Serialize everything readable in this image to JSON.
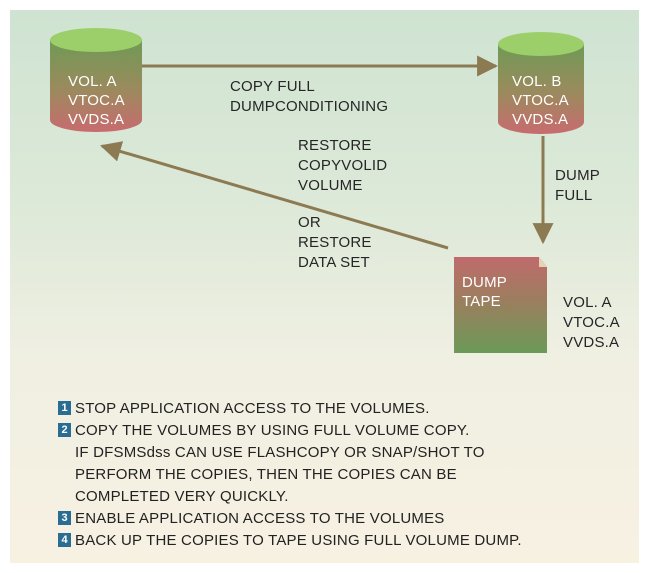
{
  "volume_a": {
    "lines": [
      "VOL. A",
      "VTOC.A",
      "VVDS.A"
    ]
  },
  "volume_b": {
    "lines": [
      "VOL. B",
      "VTOC.A",
      "VVDS.A"
    ]
  },
  "copy_label": {
    "lines": [
      "COPY FULL",
      "DUMPCONDITIONING"
    ]
  },
  "restore_label": {
    "lines": [
      "RESTORE",
      "COPYVOLID",
      "VOLUME"
    ]
  },
  "or_label": {
    "lines": [
      "OR",
      "RESTORE",
      "DATA SET"
    ]
  },
  "dump_label": {
    "lines": [
      "DUMP",
      "FULL"
    ]
  },
  "dump_tape": {
    "lines": [
      "DUMP",
      "TAPE"
    ]
  },
  "tape_contents": {
    "lines": [
      "VOL. A",
      "VTOC.A",
      "VVDS.A"
    ]
  },
  "steps": [
    {
      "num": "1",
      "lines": [
        "STOP APPLICATION ACCESS TO THE VOLUMES."
      ]
    },
    {
      "num": "2",
      "lines": [
        "COPY THE VOLUMES BY USING FULL VOLUME COPY.",
        "IF DFSMSdss CAN USE FLASHCOPY OR SNAP/SHOT TO",
        "PERFORM THE COPIES, THEN THE COPIES CAN BE",
        "COMPLETED VERY QUICKLY."
      ]
    },
    {
      "num": "3",
      "lines": [
        "ENABLE APPLICATION ACCESS TO THE VOLUMES"
      ]
    },
    {
      "num": "4",
      "lines": [
        "BACK UP THE COPIES TO TAPE USING FULL VOLUME DUMP."
      ]
    }
  ],
  "colors": {
    "cylinder_top": "#9ccf6a",
    "cylinder_body_top": "#6f9a55",
    "cylinder_body_bottom": "#c86b6f",
    "arrow": "#8c7a52",
    "step_badge": "#2a6d92",
    "background_top": "#cfe3d2",
    "background_bottom": "#f7f1e2"
  }
}
